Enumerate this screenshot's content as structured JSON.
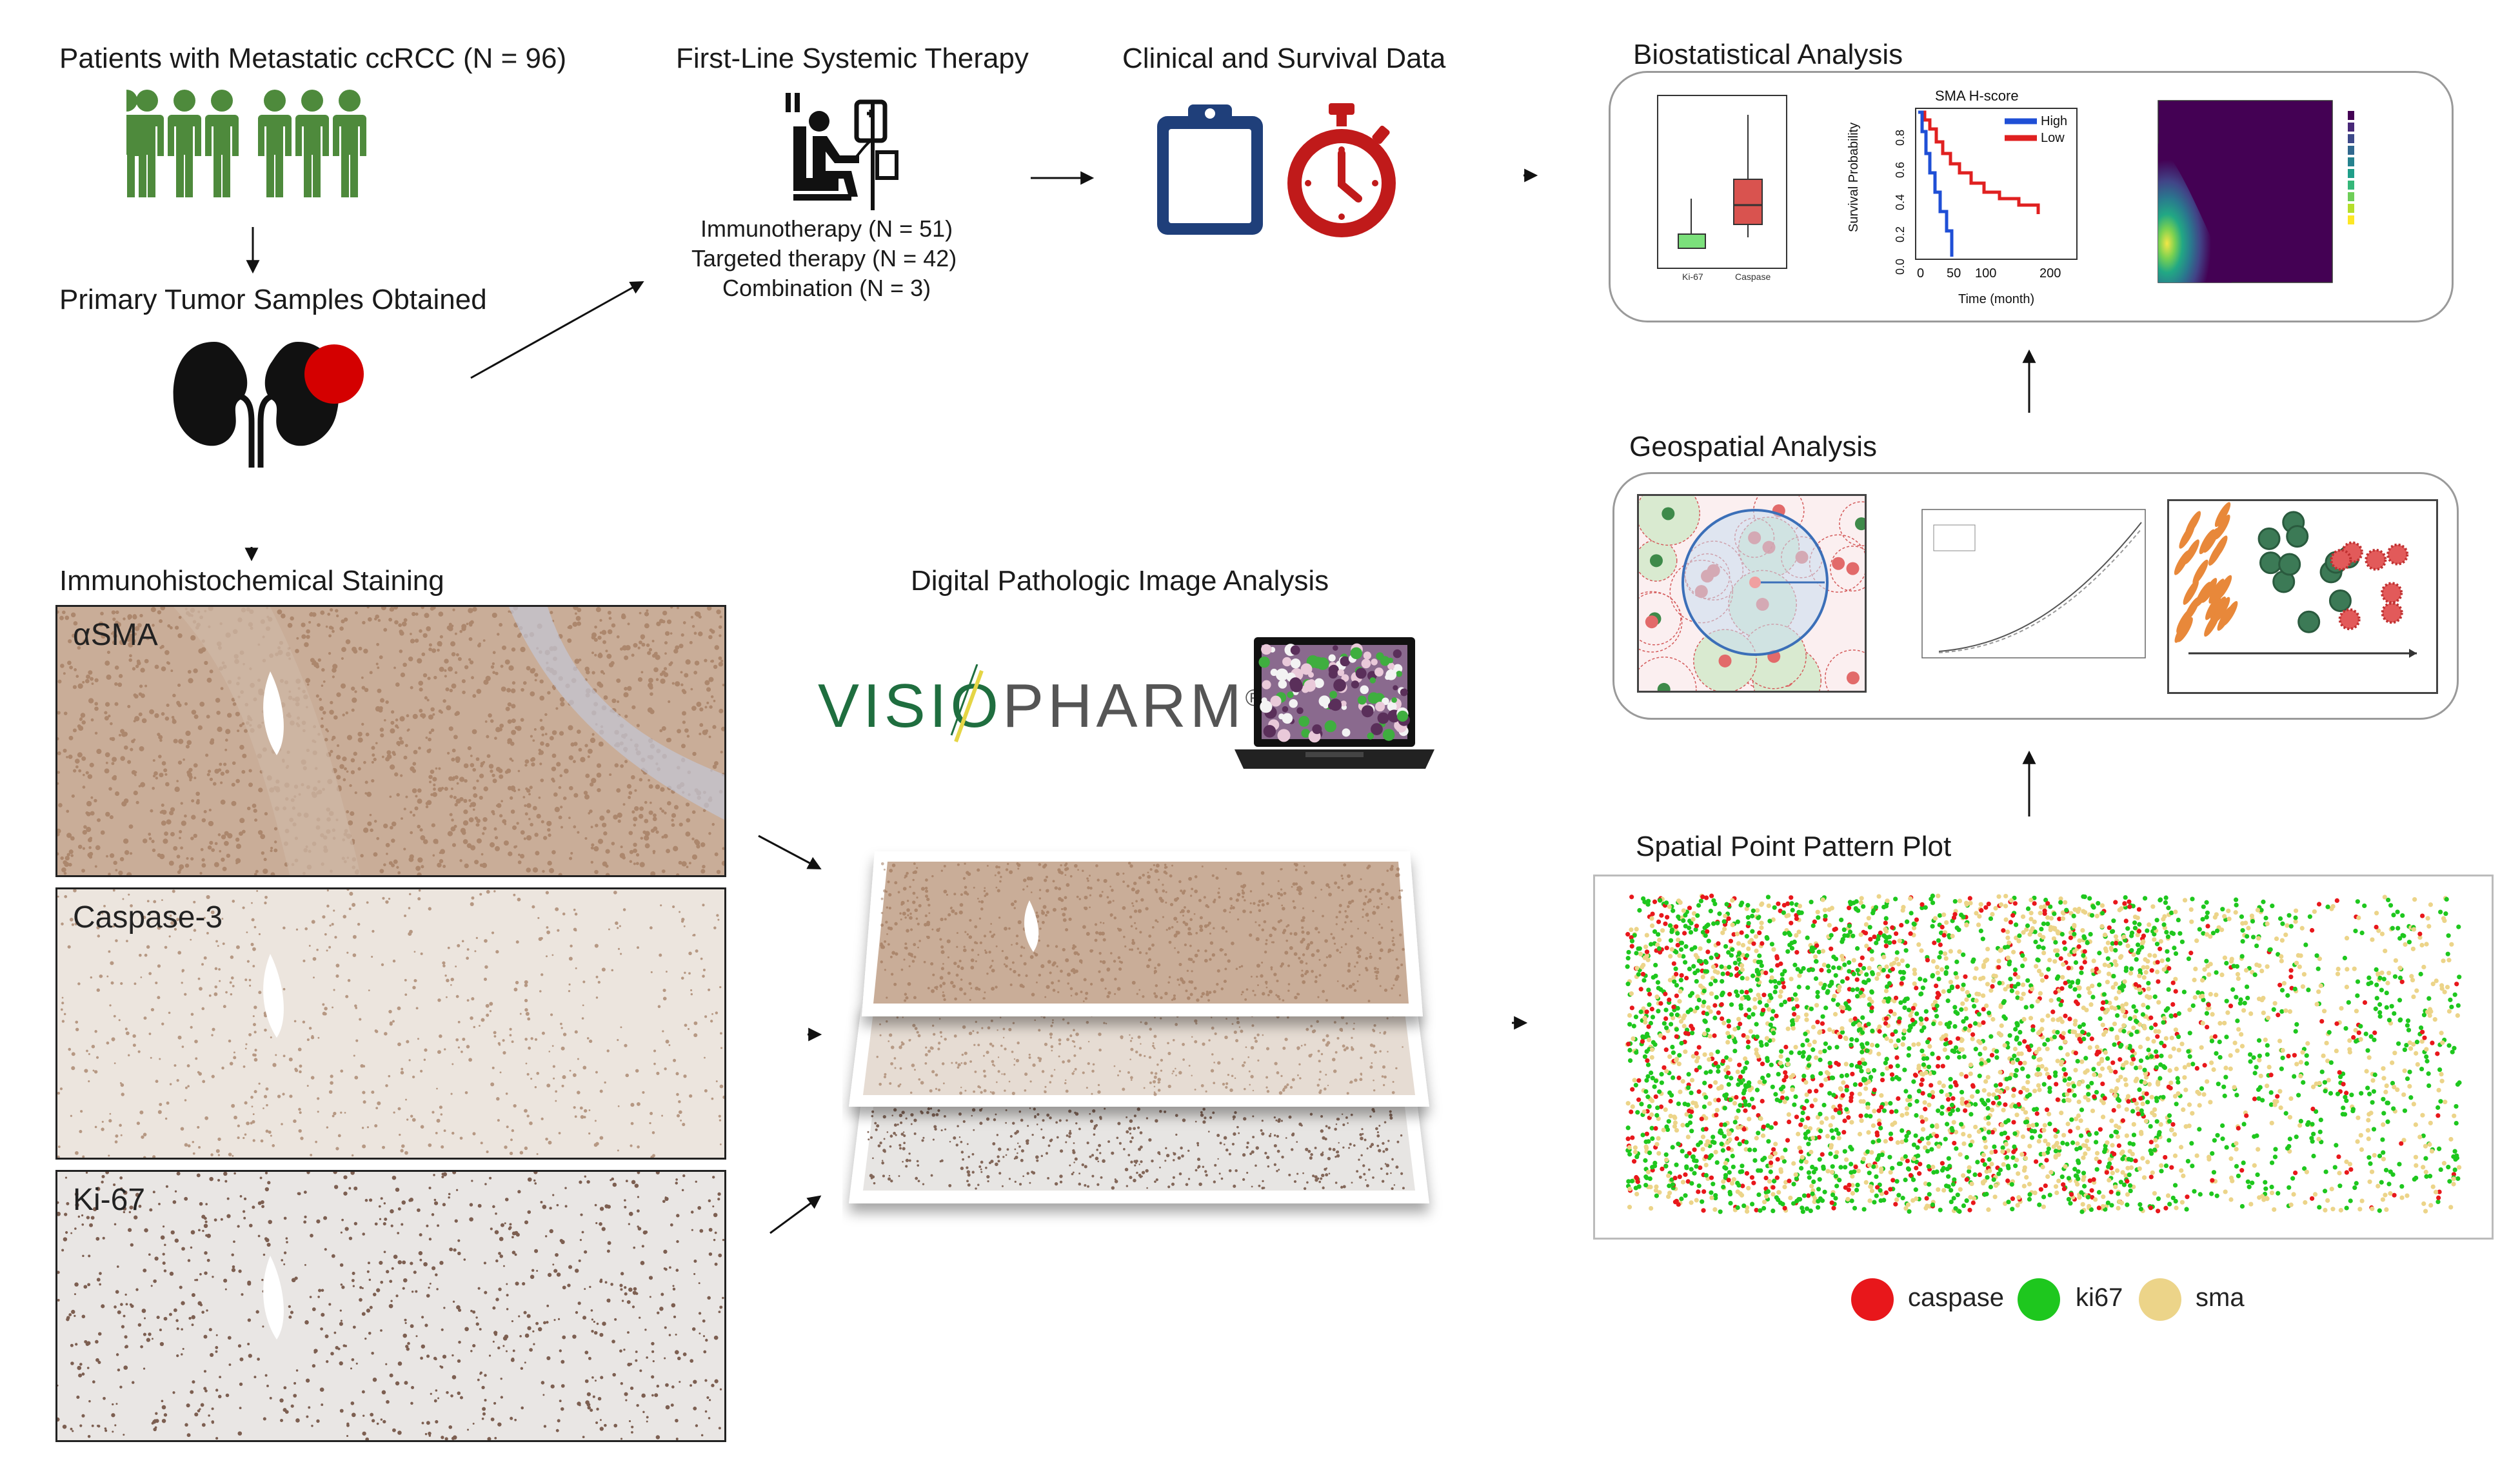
{
  "labels": {
    "patients": "Patients with Metastatic ccRCC (N = 96)",
    "samples": "Primary Tumor Samples Obtained",
    "ihc": "Immunohistochemical Staining",
    "therapy": "First-Line Systemic Therapy",
    "clinical": "Clinical and Survival Data",
    "digital": "Digital Pathologic Image Analysis",
    "biostat": "Biostatistical Analysis",
    "geospatial": "Geospatial Analysis",
    "spatial": "Spatial Point Pattern Plot"
  },
  "therapy_lines": [
    "Immunotherapy (N = 51)",
    "Targeted therapy (N = 42)",
    "Combination (N = 3)"
  ],
  "stains": [
    "αSMA",
    "Caspase-3",
    "Ki-67"
  ],
  "brand": {
    "left": "VISI",
    "right": "PHARM",
    "mark": "®",
    "color": "#1f6e3f"
  },
  "survival_plot": {
    "title": "SMA H-score",
    "ylabel": "Survival Probability",
    "xlabel": "Time (month)",
    "xticks": [
      "0",
      "50",
      "100",
      "200"
    ],
    "yticks": [
      "0.0",
      "0.2",
      "0.4",
      "0.6",
      "0.8"
    ],
    "legend": [
      "High",
      "Low"
    ],
    "colors": {
      "high": "#1f4fd6",
      "low": "#e02020"
    }
  },
  "boxplot": {
    "categories": [
      "Ki-67",
      "Caspase"
    ],
    "colors": [
      "#7be07b",
      "#d9534f"
    ]
  },
  "legend": [
    {
      "name": "caspase",
      "color": "#e8171b"
    },
    {
      "name": "ki67",
      "color": "#1ec71e"
    },
    {
      "name": "sma",
      "color": "#ecd489"
    }
  ],
  "colors": {
    "people": "#4e8a3c",
    "kidney_tumor": "#d40000",
    "clipboard": "#1f3f7a",
    "stopwatch": "#c01a1a",
    "stain_brown": "#8a5a3a"
  }
}
